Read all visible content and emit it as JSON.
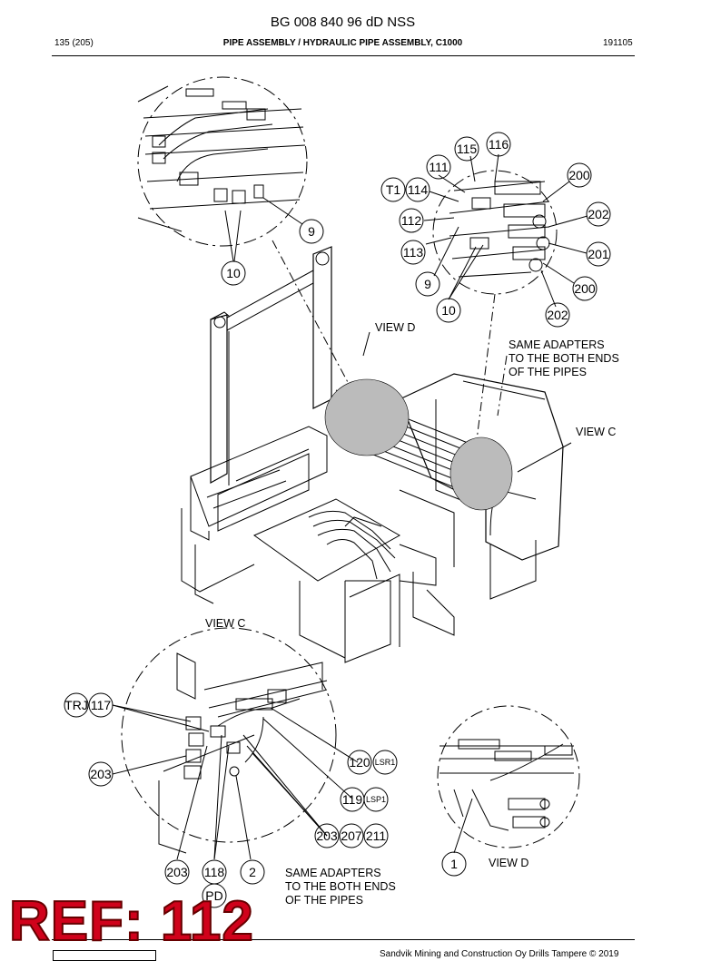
{
  "header": {
    "doc_number": "BG 008 840 96 dD NSS",
    "page": "135 (205)",
    "title": "PIPE ASSEMBLY / HYDRAULIC PIPE ASSEMBLY, C1000",
    "date": "191105"
  },
  "labels": {
    "view_d_top": "VIEW D",
    "same_adapters_top": [
      "SAME ADAPTERS",
      "TO THE BOTH ENDS",
      "OF THE PIPES"
    ],
    "view_c_right": "VIEW C",
    "view_c_bottom": "VIEW C",
    "view_d_bottom": "VIEW D",
    "same_adapters_bottom": [
      "SAME ADAPTERS",
      "TO THE BOTH ENDS",
      "OF THE PIPES"
    ]
  },
  "callouts": {
    "view_d_detail": [
      "9",
      "10"
    ],
    "view_c_detail": [
      "115",
      "116",
      "111",
      "T1",
      "114",
      "112",
      "113",
      "9",
      "10",
      "200",
      "202",
      "201",
      "200",
      "202"
    ],
    "bottom_left": [
      "TRJ",
      "117",
      "203",
      "120",
      "LSR1",
      "119",
      "LSP1",
      "203",
      "207",
      "211",
      "203",
      "118",
      "2",
      "PD"
    ],
    "bottom_right": [
      "1"
    ]
  },
  "stamp": "REF: 112",
  "footer": "Sandvik Mining and Construction Oy Drills Tampere © 2019"
}
